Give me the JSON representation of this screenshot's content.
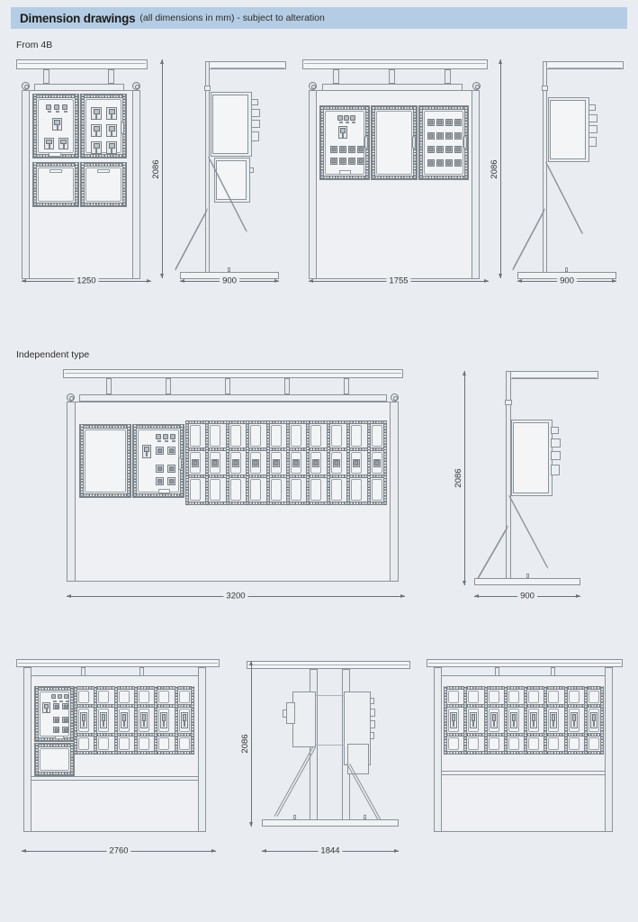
{
  "header": {
    "title": "Dimension drawings",
    "subtitle": "(all dimensions in mm) - subject to alteration"
  },
  "sections": [
    {
      "id": "from-4b",
      "label": "From 4B"
    },
    {
      "id": "independent-type",
      "label": "Independent type"
    }
  ],
  "drawings": [
    {
      "id": "dwg-4b-front-1250",
      "view": "front",
      "section": "From 4B",
      "width_label": "1250",
      "height_label": "2086",
      "panels": 4,
      "socket_columns": 0
    },
    {
      "id": "dwg-4b-side-900-a",
      "view": "side",
      "section": "From 4B",
      "width_label": "900",
      "height_label": "2086"
    },
    {
      "id": "dwg-4b-front-1755",
      "view": "front",
      "section": "From 4B",
      "width_label": "1755",
      "height_label": "2086",
      "panels": 3
    },
    {
      "id": "dwg-4b-side-900-b",
      "view": "side",
      "section": "From 4B",
      "width_label": "900",
      "height_label": "2086"
    },
    {
      "id": "dwg-ind-front-3200",
      "view": "front",
      "section": "Independent type",
      "width_label": "3200",
      "height_label": "",
      "socket_columns": 10
    },
    {
      "id": "dwg-ind-side-900",
      "view": "side",
      "section": "Independent type",
      "width_label": "900",
      "height_label": "2086"
    },
    {
      "id": "dwg-ind-front-2760",
      "view": "front",
      "section": "Independent type",
      "width_label": "2760",
      "height_label": "",
      "socket_columns": 6
    },
    {
      "id": "dwg-ind-side-1844",
      "view": "side-rear",
      "section": "Independent type",
      "width_label": "1844",
      "height_label": "2086"
    },
    {
      "id": "dwg-ind-front-right",
      "view": "front",
      "section": "Independent type",
      "width_label": "",
      "height_label": "",
      "socket_columns": 8
    }
  ],
  "colors": {
    "page_background": "#e9edf1",
    "header_band": "#b4cde4",
    "line": "#8b9299",
    "line_dark": "#6b7279",
    "panel_fill": "#eef1f3",
    "text": "#2b2b2b"
  }
}
